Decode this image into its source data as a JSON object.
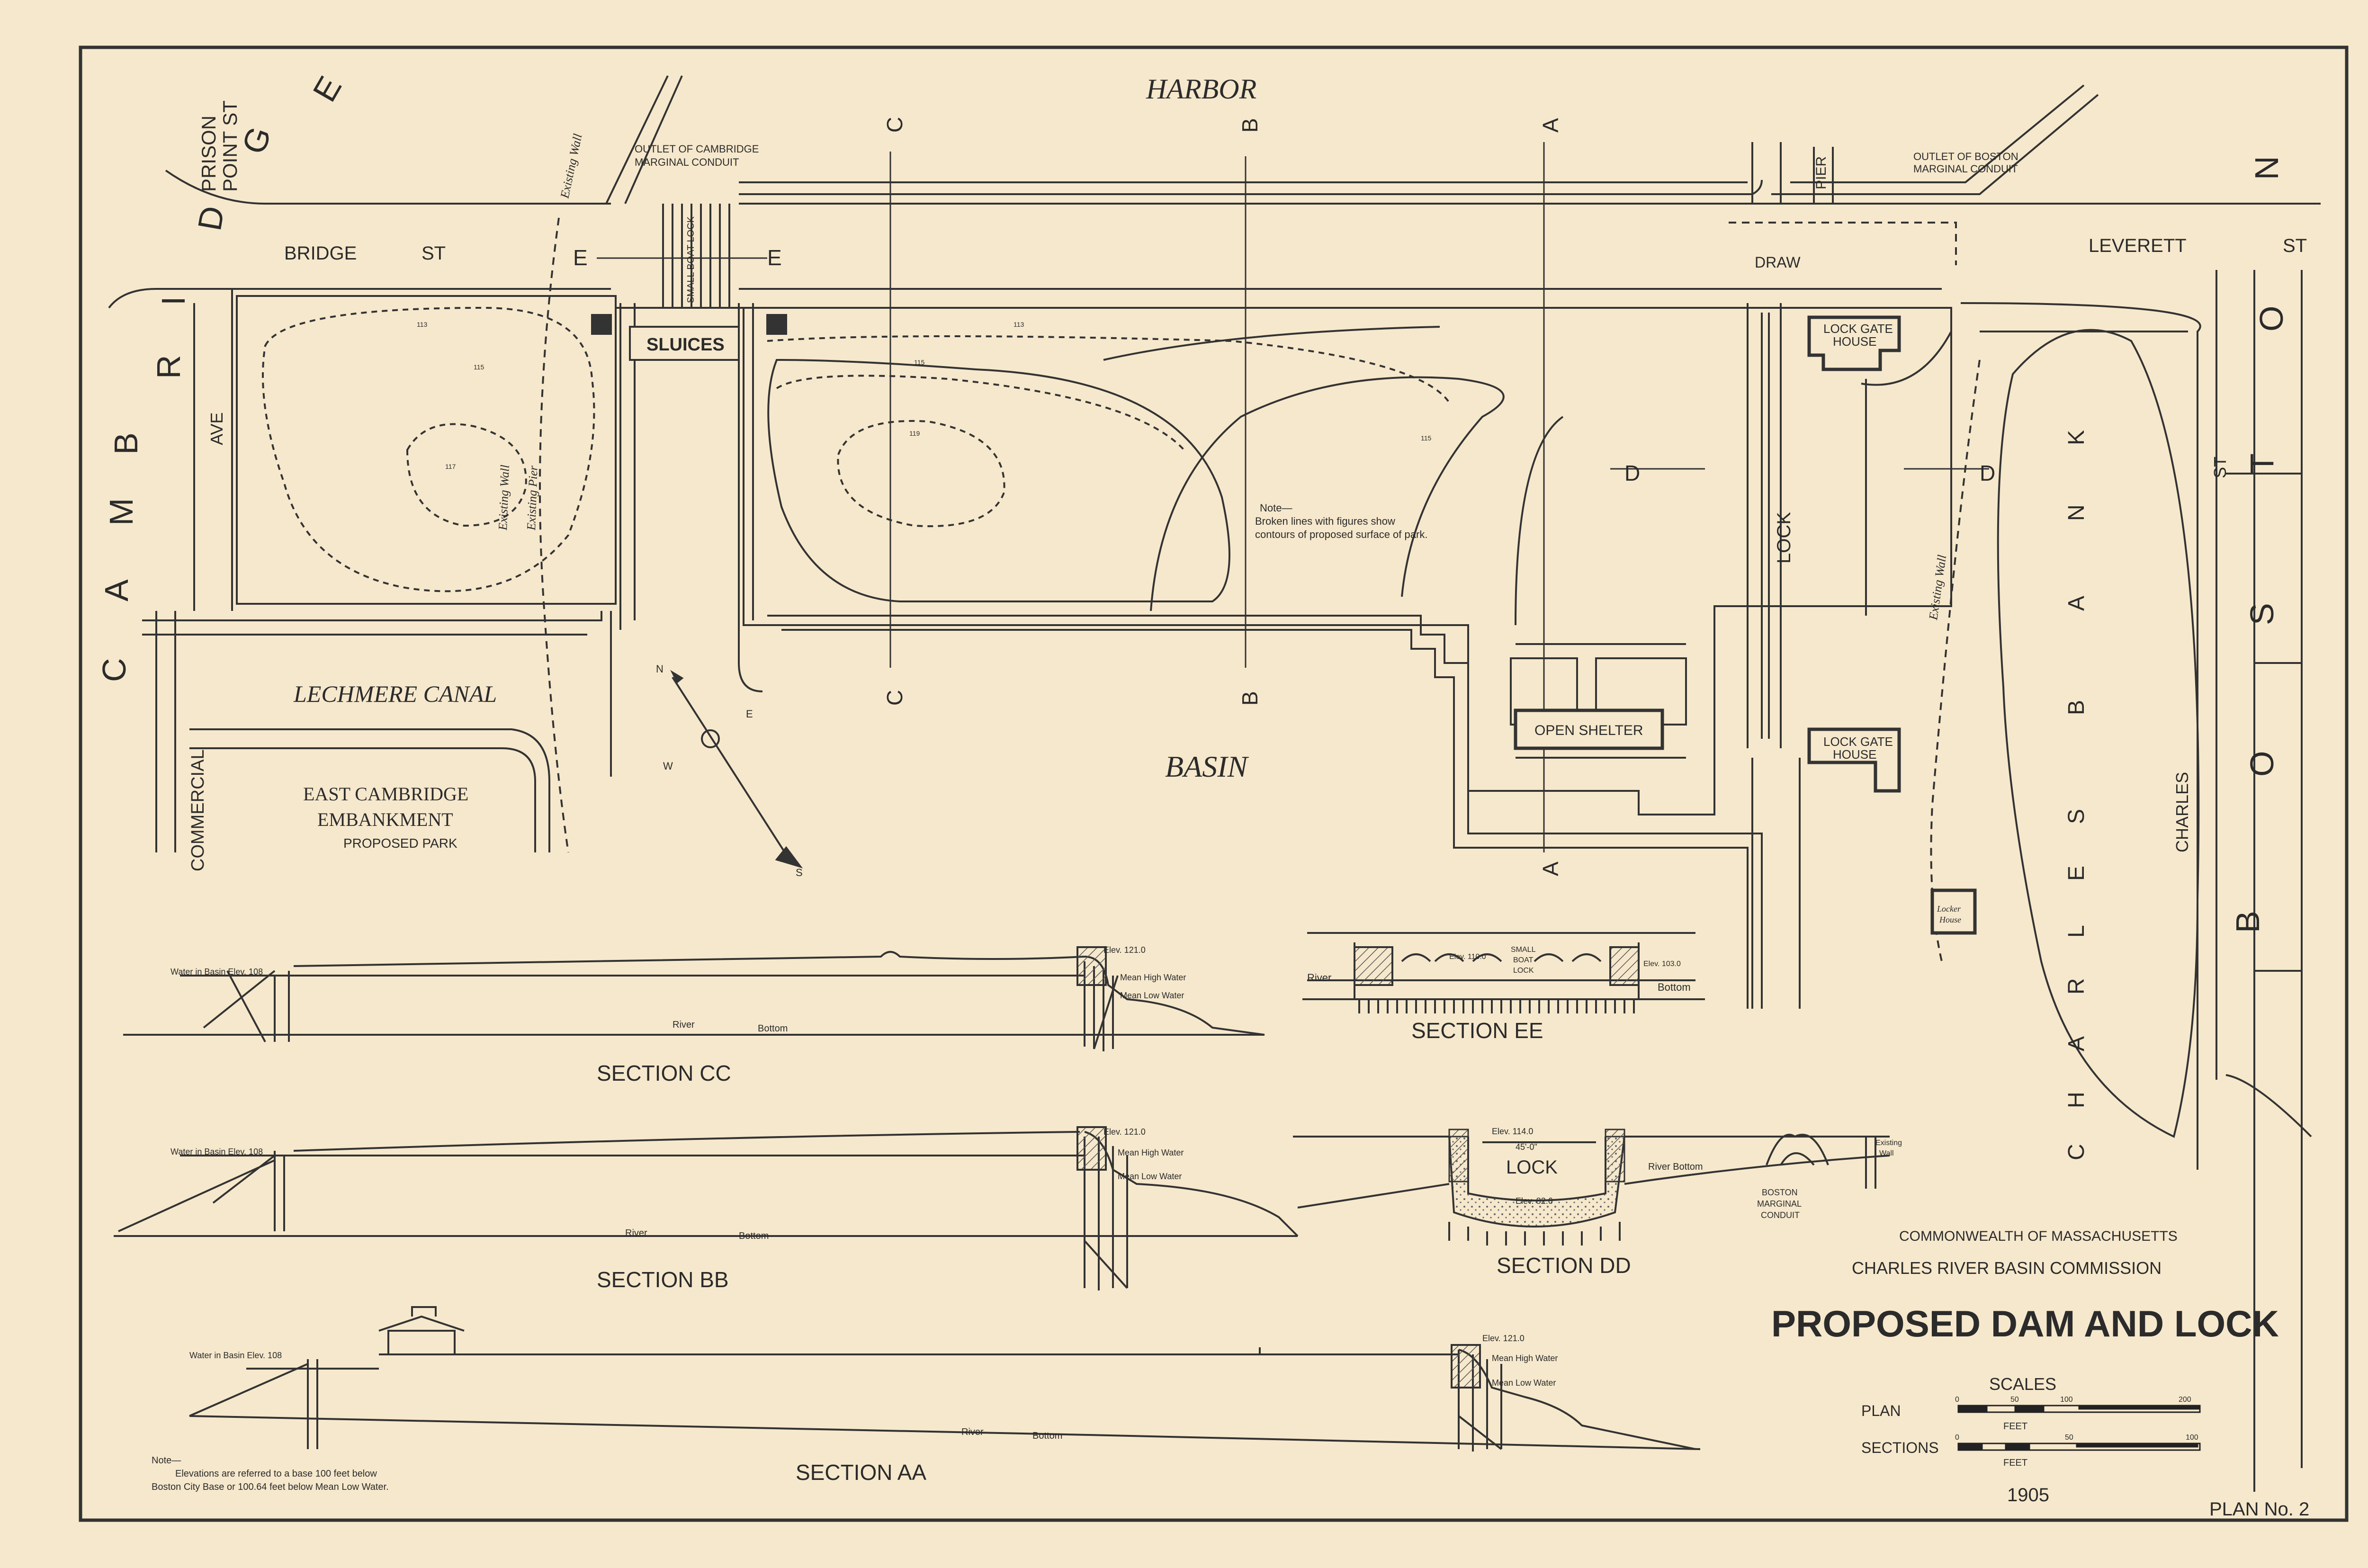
{
  "map": {
    "harbor": "HARBOR",
    "basin": "BASIN",
    "lechmere_canal": "LECHMERE CANAL",
    "cambridge_letters": [
      "C",
      "A",
      "M",
      "B",
      "R",
      "I",
      "D",
      "G",
      "E"
    ],
    "boston_letters": [
      "B",
      "O",
      "S",
      "T",
      "O",
      "N"
    ],
    "charlesbank_letters": [
      "C",
      "H",
      "A",
      "R",
      "L",
      "E",
      "S",
      "B",
      "A",
      "N",
      "K"
    ],
    "prison_point_st": [
      "PRISON",
      "POINT ST"
    ],
    "bridge_st": "BRIDGE",
    "bridge_st2": "ST",
    "leverett": "LEVERETT",
    "leverett_st": "ST",
    "ave": "AVE",
    "commercial": "COMMERCIAL",
    "charles": "CHARLES",
    "charles_st": "ST",
    "east_cambridge": [
      "EAST CAMBRIDGE",
      "EMBANKMENT",
      "PROPOSED PARK"
    ],
    "outlet_cambridge": [
      "OUTLET OF CAMBRIDGE",
      "MARGINAL CONDUIT"
    ],
    "outlet_boston": [
      "OUTLET OF BOSTON",
      "MARGINAL CONDUIT"
    ],
    "existing_wall": "Existing Wall",
    "existing_pier": "Existing Pier",
    "pier": "PIER",
    "draw": "DRAW",
    "sluices": "SLUICES",
    "small_boat_lock": "SMALL BOAT LOCK",
    "lock": "LOCK",
    "lock_gate_house": [
      "LOCK GATE",
      "HOUSE"
    ],
    "open_shelter": "OPEN SHELTER",
    "locker_house": [
      "Locker",
      "House"
    ],
    "note_contours": [
      "Note—",
      "Broken lines with figures show",
      "contours of proposed surface of park."
    ],
    "section_letters": {
      "c": "C",
      "b": "B",
      "a": "A",
      "d": "D",
      "e": "E"
    },
    "contours": [
      "113",
      "115",
      "117",
      "119"
    ],
    "compass": {
      "n": "N",
      "s": "S",
      "e": "E",
      "w": "W"
    }
  },
  "sections": {
    "cc": {
      "title": "SECTION CC",
      "water": "Water in Basin Elev. 108",
      "elev": "Elev. 121.0",
      "mhw": "Mean High Water",
      "mlw": "Mean Low Water",
      "river": "River",
      "bottom": "Bottom"
    },
    "bb": {
      "title": "SECTION BB",
      "water": "Water in Basin Elev. 108",
      "elev": "Elev. 121.0",
      "mhw": "Mean High Water",
      "mlw": "Mean Low Water",
      "river": "River",
      "bottom": "Bottom"
    },
    "aa": {
      "title": "SECTION AA",
      "water": "Water in Basin Elev. 108",
      "elev": "Elev. 121.0",
      "mhw": "Mean High Water",
      "mlw": "Mean Low Water",
      "river": "River",
      "bottom": "Bottom"
    },
    "ee": {
      "title": "SECTION EE",
      "river": "River",
      "bottom": "Bottom",
      "elev1": "Elev. 110.0",
      "elev2": "Elev. 103.0",
      "small": "SMALL",
      "boat": "BOAT",
      "lock": "LOCK"
    },
    "dd": {
      "title": "SECTION DD",
      "elev1": "Elev. 114.0",
      "dim": "45'-0\"",
      "lock": "LOCK",
      "elev2": "Elev. 82.6",
      "river_bottom": "River Bottom",
      "existing": "Existing",
      "wall": "Wall",
      "conduit": [
        "BOSTON",
        "MARGINAL",
        "CONDUIT"
      ]
    }
  },
  "title_block": {
    "line1": "COMMONWEALTH OF MASSACHUSETTS",
    "line2": "CHARLES RIVER BASIN COMMISSION",
    "title": "PROPOSED DAM AND LOCK",
    "scales": "SCALES",
    "plan": "PLAN",
    "sections": "SECTIONS",
    "plan_ticks": [
      "0",
      "50",
      "100",
      "200"
    ],
    "section_ticks": [
      "0",
      "50",
      "100"
    ],
    "feet": "FEET",
    "year": "1905",
    "plan_no": "PLAN No. 2"
  },
  "elev_note": [
    "Note—",
    "Elevations are referred to a base 100 feet below",
    "Boston City Base or 100.64 feet below Mean Low Water."
  ],
  "colors": {
    "paper": "#f6e8cc",
    "ink": "#2b2b2b"
  }
}
